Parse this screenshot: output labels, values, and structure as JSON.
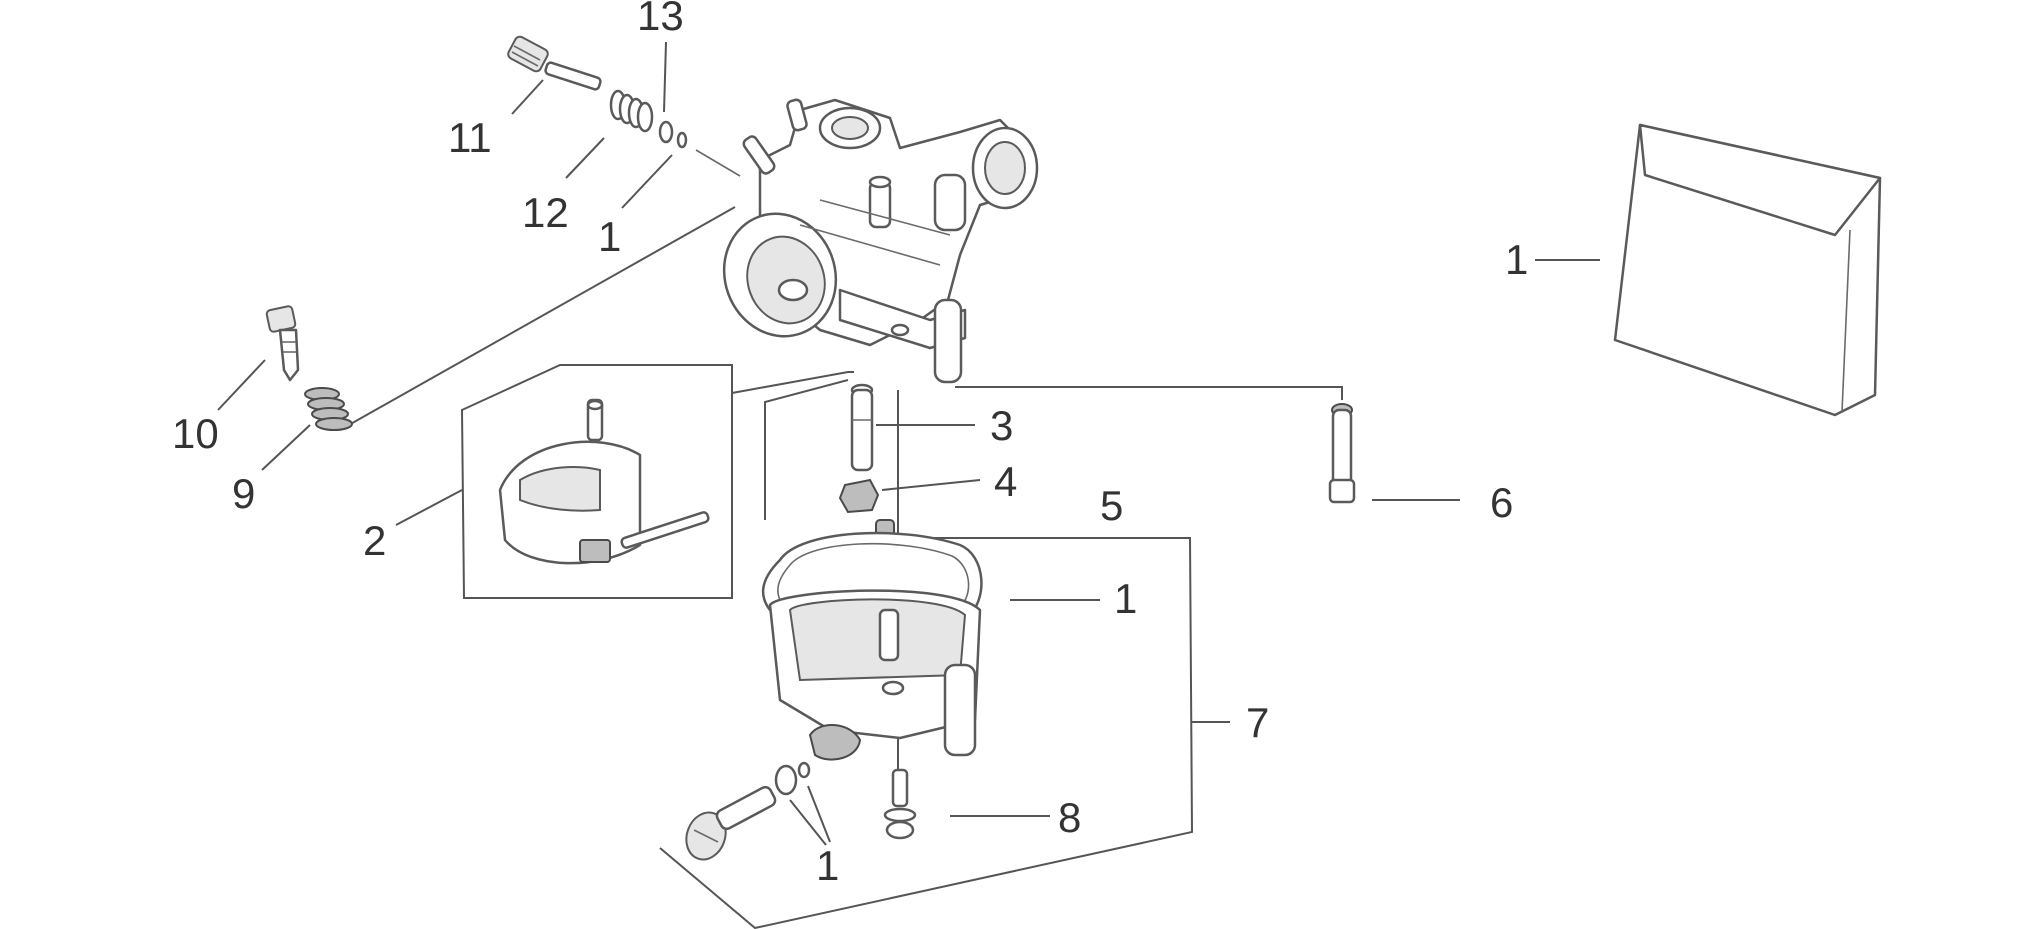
{
  "callouts": {
    "n13": "13",
    "n11": "11",
    "n12": "12",
    "n1_top": "1",
    "n10": "10",
    "n9": "9",
    "n2": "2",
    "n3": "3",
    "n4": "4",
    "n5": "5",
    "n6": "6",
    "n1_gasket": "1",
    "n7": "7",
    "n8": "8",
    "n1_bottom": "1",
    "n1_kit": "1"
  },
  "colors": {
    "line": "#5a5a5a",
    "text": "#333333",
    "background": "#ffffff"
  }
}
